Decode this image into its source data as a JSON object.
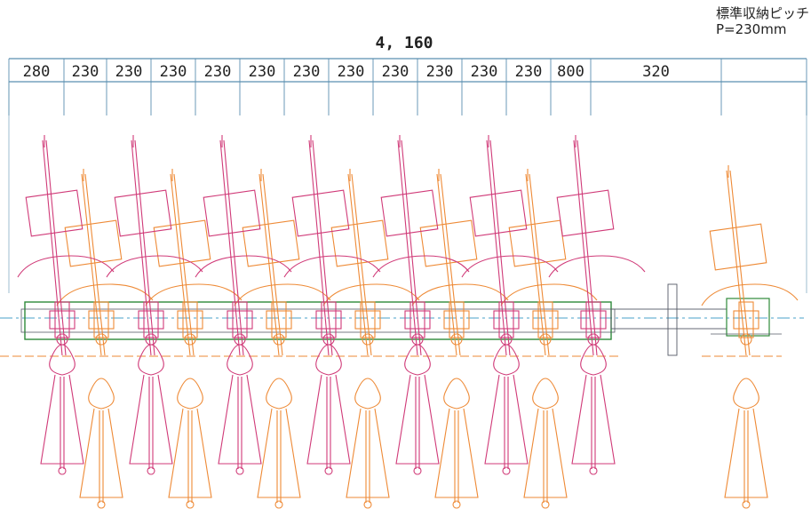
{
  "note": {
    "title": "標準収納ピッチ",
    "pitch": "P=230mm"
  },
  "dimensions": {
    "total": "4, 160",
    "segments": [
      "280",
      "230",
      "230",
      "230",
      "230",
      "230",
      "230",
      "230",
      "230",
      "230",
      "230",
      "230",
      "800",
      "320"
    ]
  },
  "colors": {
    "dimension_line": "#5b8fb0",
    "bike_magenta": "#d03a78",
    "bike_orange": "#ee8a36",
    "rack_green": "#2e8a3a",
    "rack_dark": "#555a66",
    "center_line": "#4aa0c8"
  },
  "rack": {
    "front_bikes": 7,
    "rear_bikes": 6,
    "separate_unit_bikes": 1
  }
}
